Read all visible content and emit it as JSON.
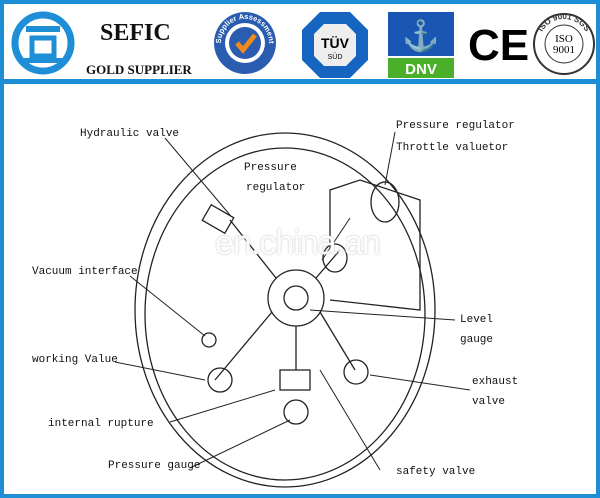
{
  "header": {
    "brand": "SEFIC",
    "subtitle": "GOLD SUPPLIER",
    "badges": [
      "Supplier Assessment",
      "TÜV SÜD",
      "DNV",
      "CE",
      "ISO 9001 SGS"
    ],
    "accent": "#1e8fd6"
  },
  "labels": {
    "hydraulic_valve": "Hydraulic valve",
    "pressure_regulator_top": "Pressure regulator",
    "throttle": "Throttle valuetor",
    "pressure_1": "Pressure",
    "regulator_2": "regulator",
    "vacuum": "Vacuum interface",
    "level_1": "Level",
    "level_2": "gauge",
    "working": "working Value",
    "exhaust_1": "exhaust",
    "exhaust_2": "valve",
    "rupture": "internal rupture",
    "pressure_gauge": "Pressure gauge",
    "safety": "safety valve"
  },
  "watermark": "en.china.an"
}
